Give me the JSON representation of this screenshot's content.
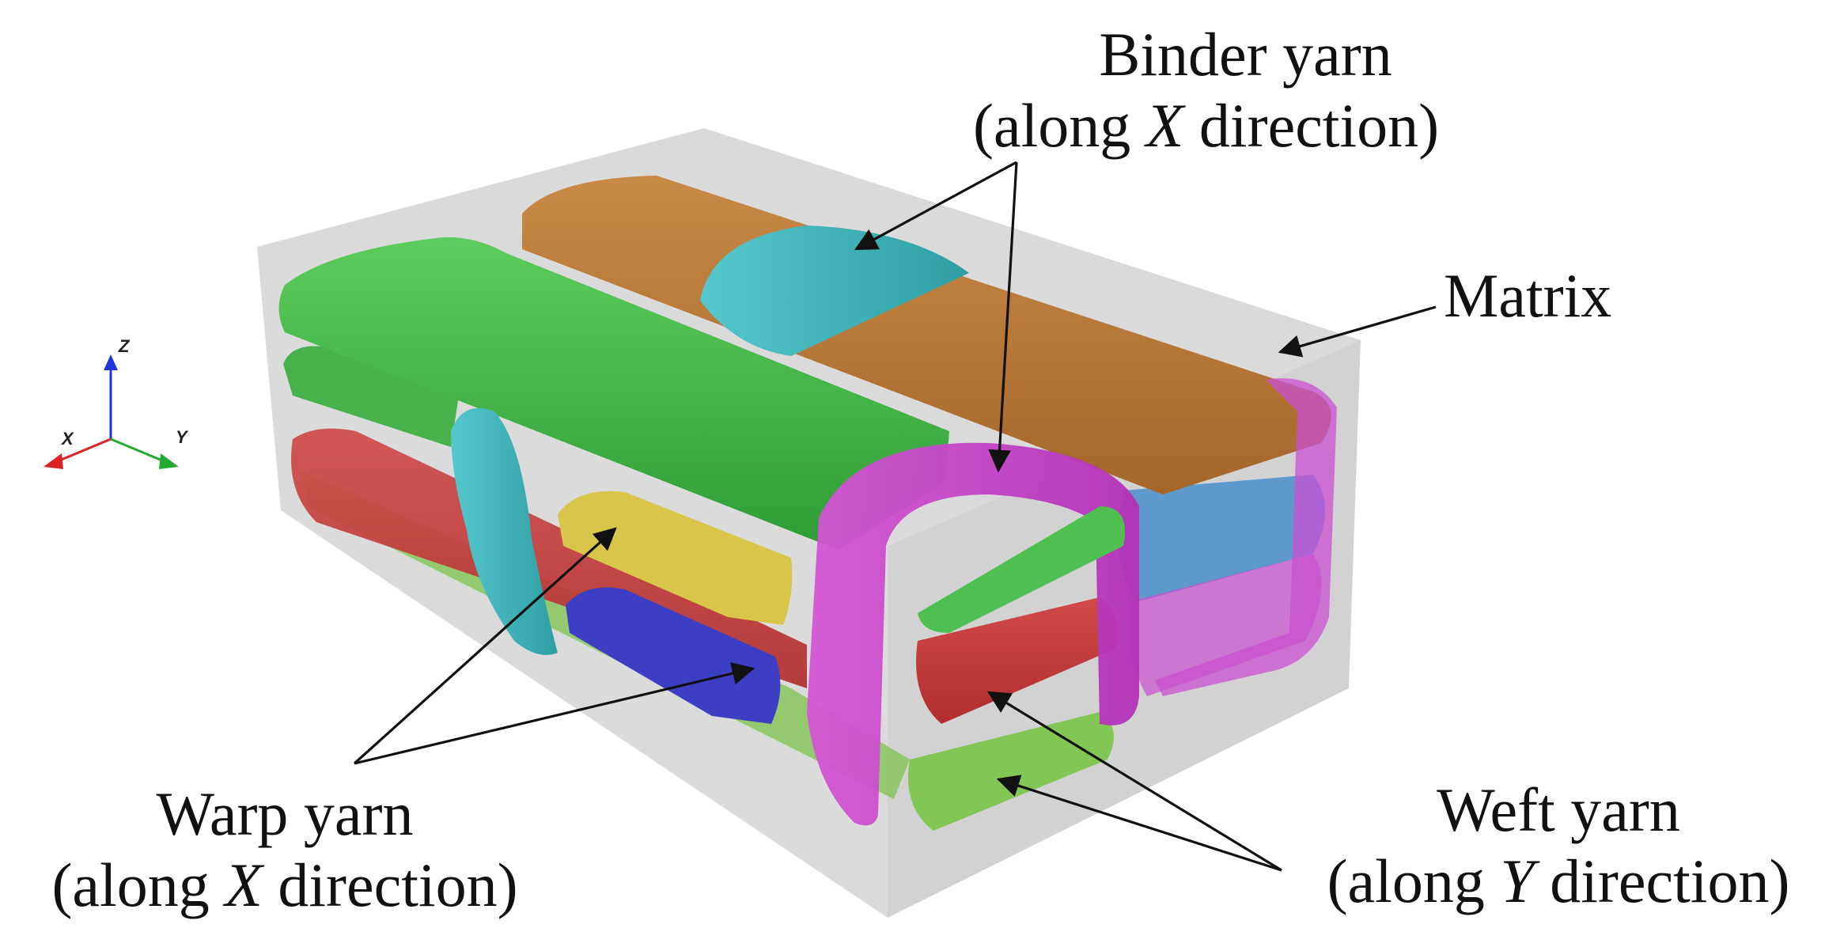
{
  "labels": {
    "binder": {
      "line1": "Binder yarn",
      "line2_prefix": "(along ",
      "line2_axis": "X",
      "line2_suffix": " direction)"
    },
    "matrix": {
      "line1": "Matrix"
    },
    "warp": {
      "line1": "Warp yarn",
      "line2_prefix": "(along ",
      "line2_axis": "X",
      "line2_suffix": " direction)"
    },
    "weft": {
      "line1": "Weft yarn",
      "line2_prefix": "(along ",
      "line2_axis": "Y",
      "line2_suffix": " direction)"
    }
  },
  "axes_triad": {
    "x": "X",
    "y": "Y",
    "z": "Z"
  },
  "colors": {
    "matrix": "#c8c8c8",
    "warp_green": "#3fb045",
    "weft_red": "#c83c3c",
    "weft_green": "#74c043",
    "binder_cyan": "#3ab7bb",
    "binder_magenta": "#cc44cc",
    "orange": "#b77432",
    "yellow": "#d7c24a",
    "blue": "#3a3fc0",
    "steelblue": "#4487c2"
  }
}
